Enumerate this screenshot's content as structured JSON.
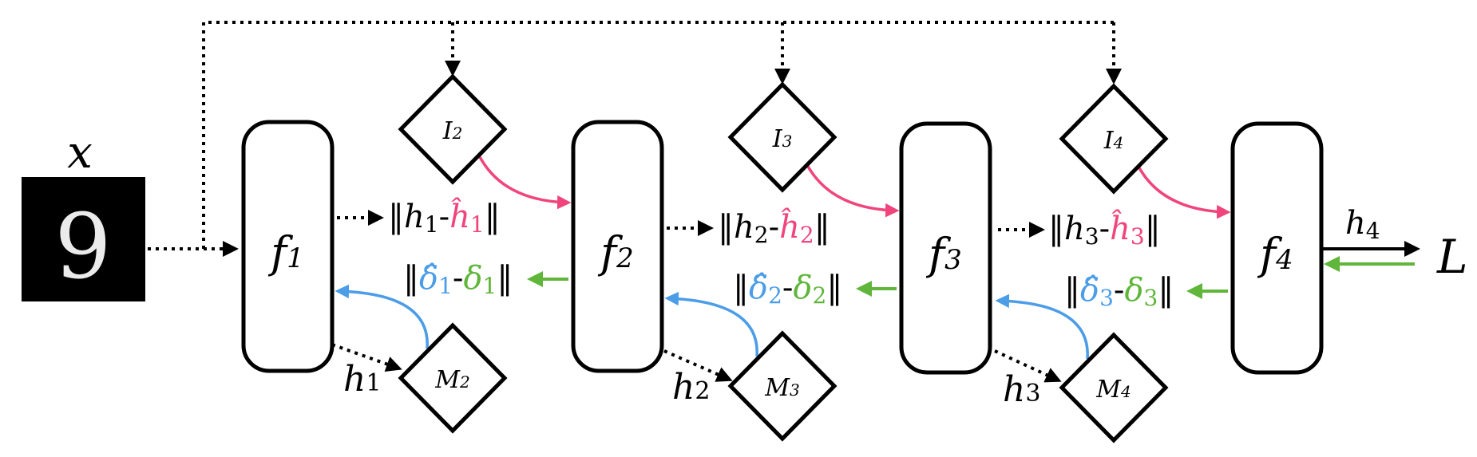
{
  "colors": {
    "target_pink": "#f0457c",
    "grad_blue": "#4c9de8",
    "grad_green": "#5fb63a",
    "ink": "#000000"
  },
  "input": {
    "label": "x",
    "digit": "9"
  },
  "blocks": [
    {
      "name": "f",
      "sub": "1"
    },
    {
      "name": "f",
      "sub": "2"
    },
    {
      "name": "f",
      "sub": "3"
    },
    {
      "name": "f",
      "sub": "4"
    }
  ],
  "inverse_diamonds": [
    {
      "name": "I",
      "sub": "2"
    },
    {
      "name": "I",
      "sub": "3"
    },
    {
      "name": "I",
      "sub": "4"
    }
  ],
  "forward_diamonds": [
    {
      "name": "M",
      "sub": "2"
    },
    {
      "name": "M",
      "sub": "3"
    },
    {
      "name": "M",
      "sub": "4"
    }
  ],
  "hidden_labels": [
    {
      "name": "h",
      "sub": "1"
    },
    {
      "name": "h",
      "sub": "2"
    },
    {
      "name": "h",
      "sub": "3"
    }
  ],
  "target_losses": [
    {
      "open": "‖",
      "a": "h",
      "a_sub": "1",
      "sep": "-",
      "b": "ĥ",
      "b_sub": "1",
      "close": "‖"
    },
    {
      "open": "‖",
      "a": "h",
      "a_sub": "2",
      "sep": "-",
      "b": "ĥ",
      "b_sub": "2",
      "close": "‖"
    },
    {
      "open": "‖",
      "a": "h",
      "a_sub": "3",
      "sep": "-",
      "b": "ĥ",
      "b_sub": "3",
      "close": "‖"
    }
  ],
  "grad_losses": [
    {
      "open": "‖",
      "a": "δ̂",
      "a_sub": "1",
      "sep": "-",
      "b": "δ",
      "b_sub": "1",
      "close": "‖"
    },
    {
      "open": "‖",
      "a": "δ̂",
      "a_sub": "2",
      "sep": "-",
      "b": "δ",
      "b_sub": "2",
      "close": "‖"
    },
    {
      "open": "‖",
      "a": "δ̂",
      "a_sub": "3",
      "sep": "-",
      "b": "δ",
      "b_sub": "3",
      "close": "‖"
    }
  ],
  "output": {
    "h": "h",
    "h_sub": "4",
    "loss": "L"
  }
}
